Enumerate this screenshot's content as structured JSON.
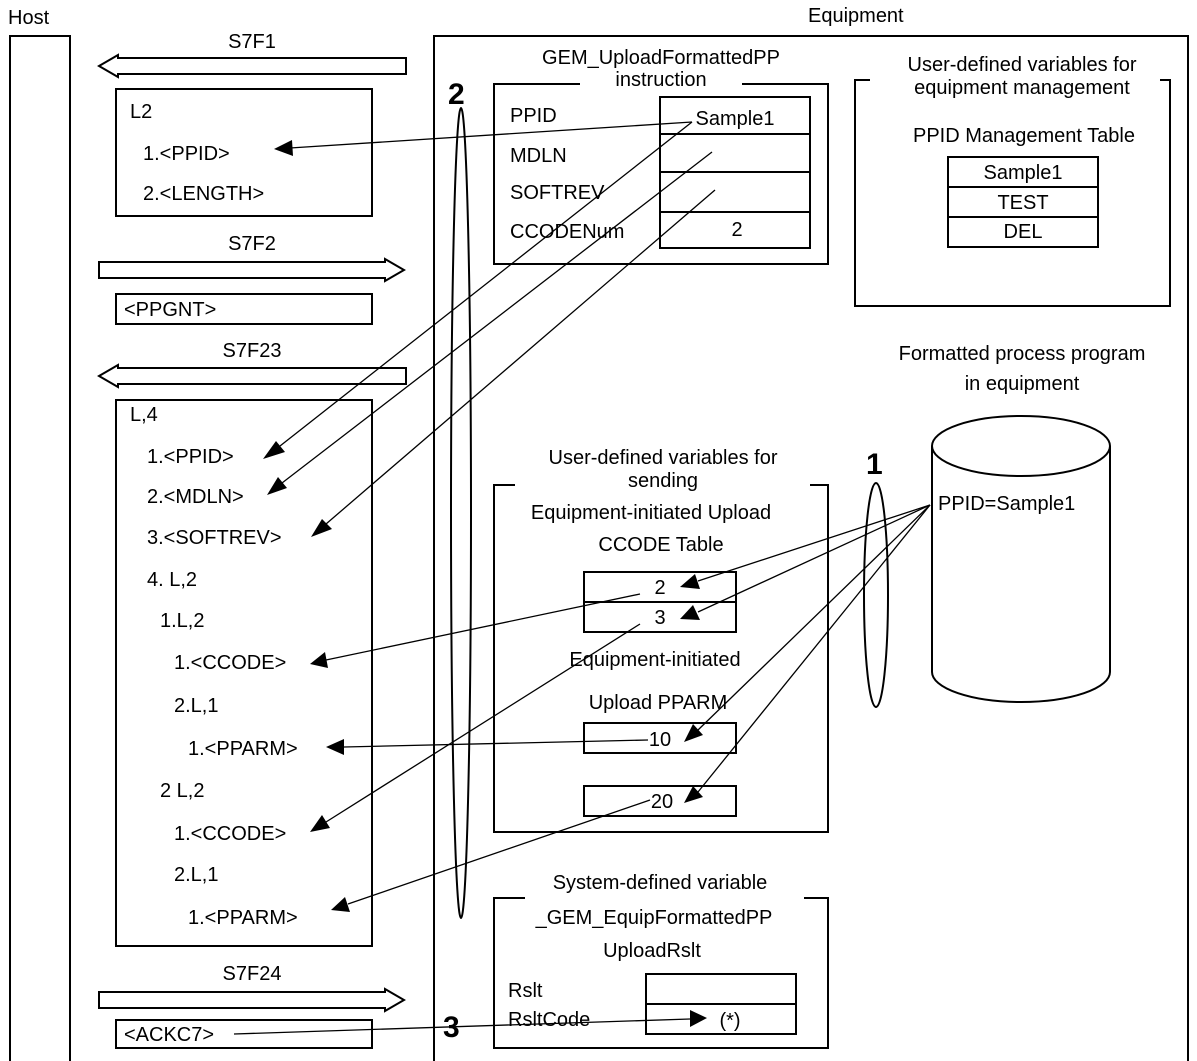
{
  "lanes": {
    "host": "Host",
    "equipment": "Equipment"
  },
  "messages": {
    "s7f1": {
      "label": "S7F1",
      "items": [
        "L2",
        "1.<PPID>",
        "2.<LENGTH>"
      ]
    },
    "s7f2": {
      "label": "S7F2",
      "items": [
        "<PPGNT>"
      ]
    },
    "s7f23": {
      "label": "S7F23",
      "items": [
        "L,4",
        "1.<PPID>",
        "2.<MDLN>",
        "3.<SOFTREV>",
        "4. L,2",
        "1.L,2",
        "1.<CCODE>",
        "2.L,1",
        "1.<PPARM>",
        "2 L,2",
        "1.<CCODE>",
        "2.L,1",
        "1.<PPARM>"
      ]
    },
    "s7f24": {
      "label": "S7F24",
      "items": [
        "<ACKC7>"
      ]
    }
  },
  "instruction": {
    "title_line1": "GEM_UploadFormattedPP",
    "title_line2": "instruction",
    "rows": [
      {
        "name": "PPID",
        "value": "Sample1"
      },
      {
        "name": "MDLN",
        "value": ""
      },
      {
        "name": "SOFTREV",
        "value": ""
      },
      {
        "name": "CCODENum",
        "value": "2"
      }
    ]
  },
  "mgmt": {
    "title_line1": "User-defined variables for",
    "title_line2": "equipment management",
    "table_title": "PPID Management Table",
    "rows": [
      "Sample1",
      "TEST",
      "DEL"
    ]
  },
  "program": {
    "title_line1": "Formatted process program",
    "title_line2": "in equipment",
    "content": "PPID=Sample1"
  },
  "sending": {
    "title_line1": "User-defined variables for",
    "title_line2": "sending",
    "ccode_title_line1": "Equipment-initiated Upload",
    "ccode_title_line2": "CCODE Table",
    "ccode_rows": [
      "2",
      "3"
    ],
    "pparm_title_line1": "Equipment-initiated",
    "pparm_title_line2": "Upload PPARM",
    "pparm_rows": [
      "10",
      "20"
    ]
  },
  "system": {
    "title": "System-defined variable",
    "var_line1": "_GEM_EquipFormattedPP",
    "var_line2": "UploadRslt",
    "fields": [
      "Rslt",
      "RsltCode"
    ],
    "rsltcode_value": "(*)"
  },
  "steps": [
    "1",
    "2",
    "3"
  ]
}
